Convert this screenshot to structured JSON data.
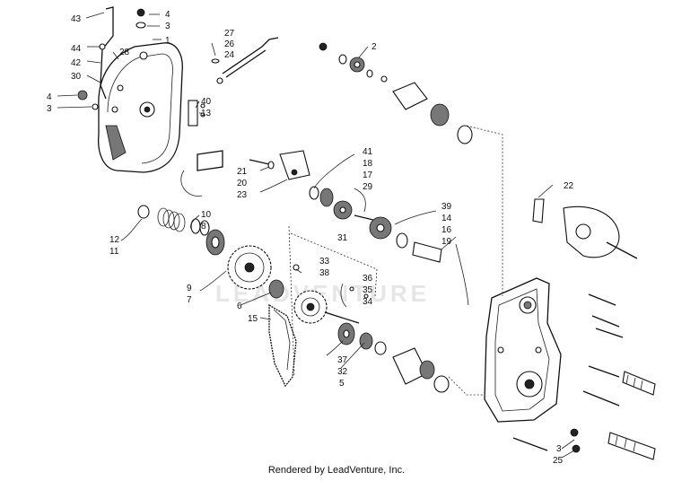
{
  "diagram": {
    "part_numbers": [
      "43",
      "4",
      "3",
      "1",
      "44",
      "42",
      "28",
      "30",
      "4",
      "3",
      "27",
      "26",
      "24",
      "40",
      "13",
      "2",
      "21",
      "20",
      "23",
      "41",
      "18",
      "17",
      "29",
      "22",
      "10",
      "8",
      "12",
      "11",
      "31",
      "39",
      "14",
      "16",
      "19",
      "33",
      "38",
      "9",
      "7",
      "36",
      "35",
      "34",
      "6",
      "15",
      "37",
      "32",
      "5",
      "3",
      "25"
    ],
    "footer": "Rendered by LeadVenture, Inc.",
    "watermark": "LEADVENTURE"
  }
}
